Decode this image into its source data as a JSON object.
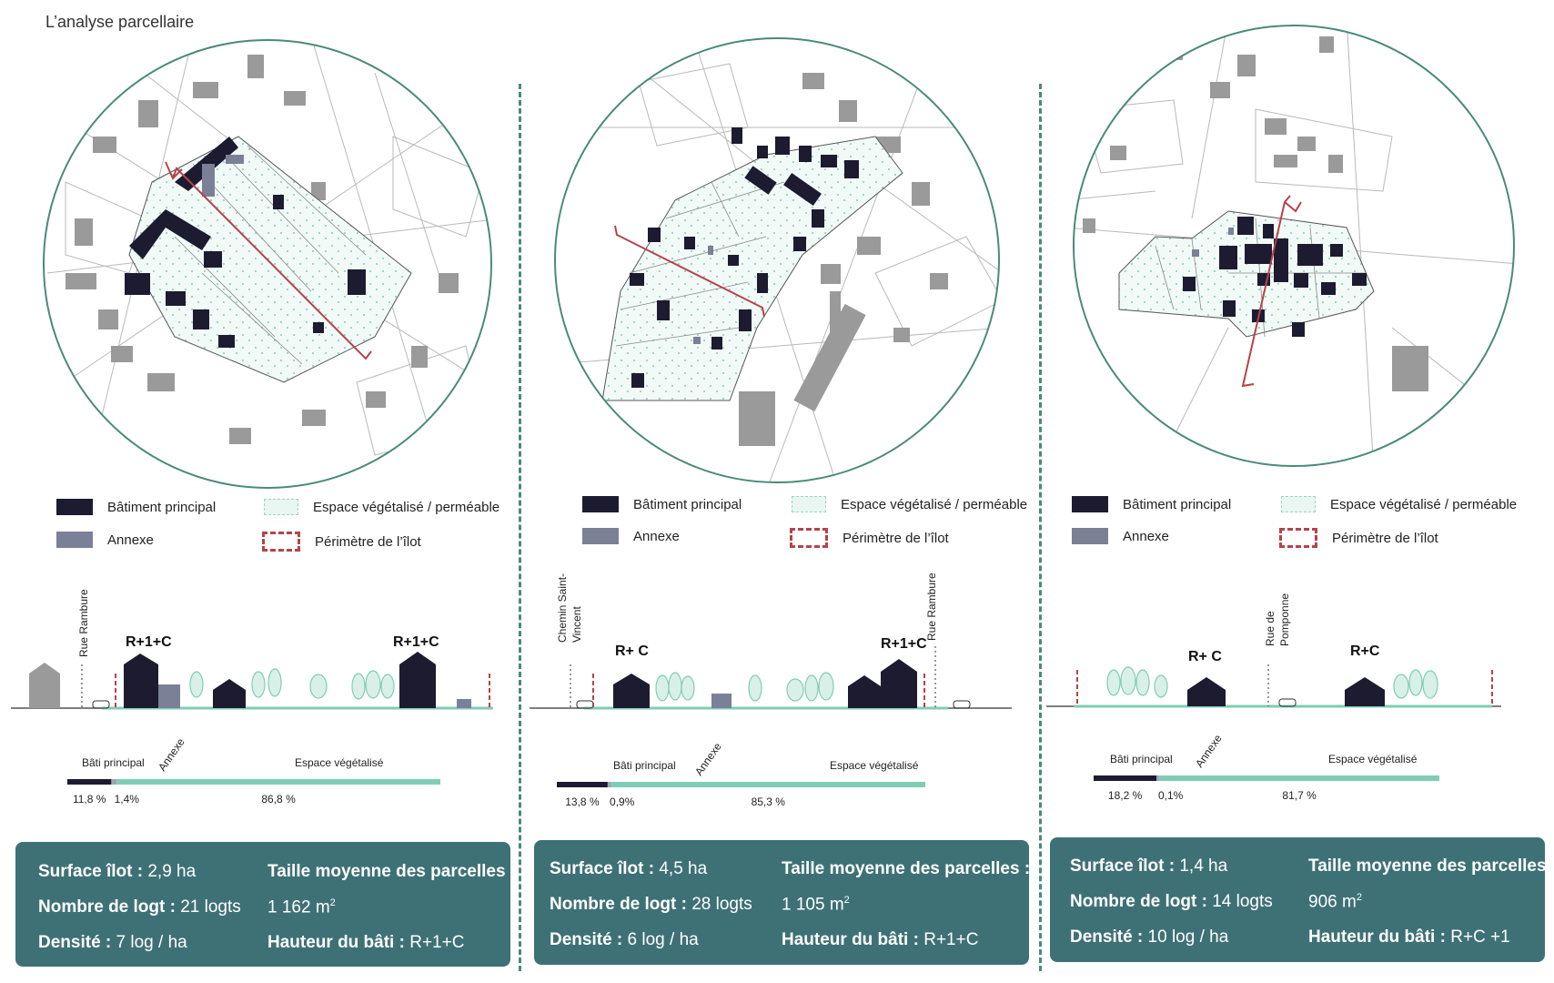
{
  "page_title": "L’analyse parcellaire",
  "legend": {
    "main": "Bâtiment principal",
    "annex": "Annexe",
    "green": "Espace végétalisé / perméable",
    "perimeter": "Périmètre de l’îlot"
  },
  "colors": {
    "main": "#1c1b30",
    "annex": "#7a8096",
    "green": "#7fcdb4",
    "perimeter": "#b5434a",
    "panel": "#3e7176"
  },
  "bar_labels": {
    "main": "Bâti principal",
    "annex": "Annexe",
    "green": "Espace végétalisé"
  },
  "info_labels": {
    "surface": "Surface îlot : ",
    "logements": "Nombre de logt : ",
    "densite": "Densité : ",
    "taille": "Taille moyenne des parcelles :",
    "hauteur": "Hauteur du bâti : "
  },
  "columns": [
    {
      "streets": [
        "Rue Rambure"
      ],
      "heights": [
        "R+1+C",
        "R+1+C"
      ],
      "pct": {
        "main": "11,8 %",
        "annex": "1,4%",
        "green": "86,8 %"
      },
      "shares": {
        "main": 11.8,
        "annex": 1.4,
        "green": 86.8
      },
      "surface": "2,9 ha",
      "logements": "21 logts",
      "densite": "7 log / ha",
      "taille": "1 162 m",
      "hauteur": "R+1+C"
    },
    {
      "streets": [
        "Chemin Saint-",
        "Vincent",
        "Rue Rambure"
      ],
      "heights": [
        "R+ C",
        "R+1+C"
      ],
      "pct": {
        "main": "13,8 %",
        "annex": "0,9%",
        "green": "85,3 %"
      },
      "shares": {
        "main": 13.8,
        "annex": 0.9,
        "green": 85.3
      },
      "surface": "4,5 ha",
      "logements": "28 logts",
      "densite": "6 log / ha",
      "taille": "1 105 m",
      "hauteur": "R+1+C"
    },
    {
      "streets": [
        "Rue de",
        "Pomponne"
      ],
      "heights": [
        "R+ C",
        "R+C"
      ],
      "pct": {
        "main": "18,2 %",
        "annex": "0,1%",
        "green": "81,7 %"
      },
      "shares": {
        "main": 18.2,
        "annex": 0.1,
        "green": 81.7
      },
      "surface": "1,4 ha",
      "logements": "14 logts",
      "densite": "10 log / ha",
      "taille": "906 m",
      "hauteur": "R+C +1"
    }
  ]
}
